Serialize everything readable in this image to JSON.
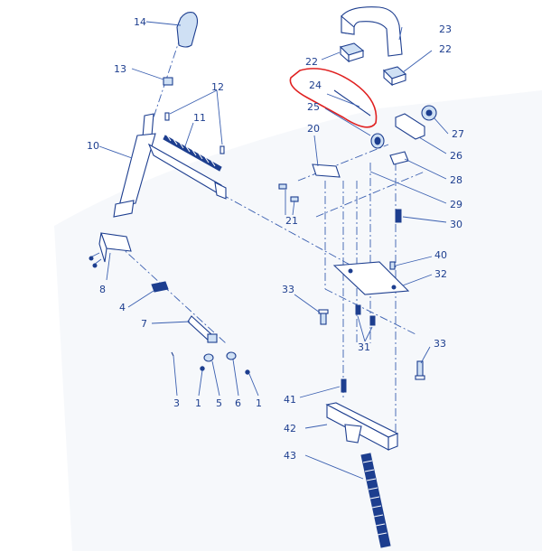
{
  "labels": {
    "p1a": "1",
    "p1b": "1",
    "p3": "3",
    "p4": "4",
    "p5": "5",
    "p6": "6",
    "p7": "7",
    "p8": "8",
    "p10": "10",
    "p11": "11",
    "p12": "12",
    "p13": "13",
    "p14": "14",
    "p20": "20",
    "p21": "21",
    "p22a": "22",
    "p22b": "22",
    "p23": "23",
    "p24": "24",
    "p25": "25",
    "p26": "26",
    "p27": "27",
    "p28": "28",
    "p29": "29",
    "p30": "30",
    "p31": "31",
    "p32": "32",
    "p33a": "33",
    "p33b": "33",
    "p40": "40",
    "p41": "41",
    "p42": "42",
    "p43": "43"
  },
  "colors": {
    "line": "#1d3e8f",
    "highlight": "#e02020"
  }
}
